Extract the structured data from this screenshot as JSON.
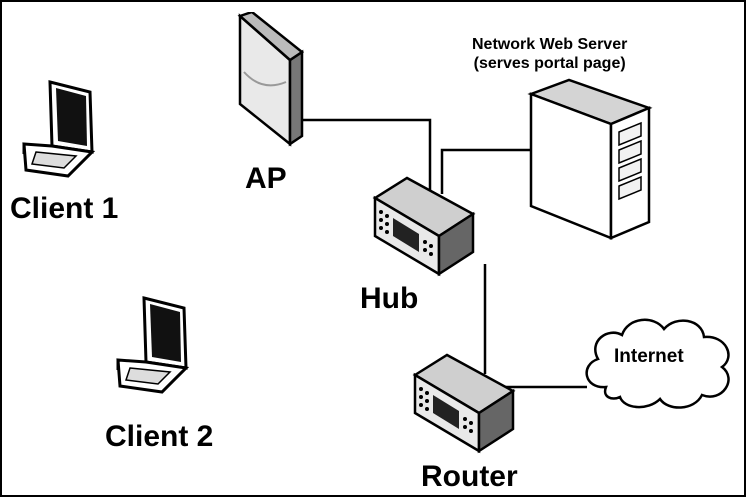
{
  "labels": {
    "client1": "Client 1",
    "client2": "Client 2",
    "ap": "AP",
    "hub": "Hub",
    "router": "Router",
    "server_line1": "Network Web Server",
    "server_line2": "(serves portal page)",
    "internet": "Internet"
  },
  "icons": {
    "client1": "laptop-icon",
    "client2": "laptop-icon",
    "ap": "access-point-icon",
    "hub": "hub-icon",
    "router": "router-icon",
    "server": "server-tower-icon",
    "internet": "cloud-icon"
  },
  "colors": {
    "line": "#000000",
    "device_fill": "#e9e9e9",
    "device_dark": "#555555",
    "background": "#ffffff"
  }
}
